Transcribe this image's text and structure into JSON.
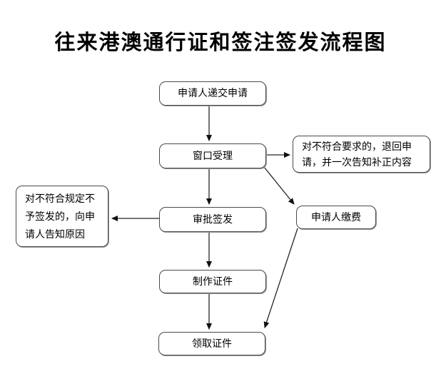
{
  "title": "往来港澳通行证和签注签发流程图",
  "nodes": {
    "submit": {
      "label": "申请人递交申请"
    },
    "window": {
      "label": "窗口受理"
    },
    "approve": {
      "label": "审批签发"
    },
    "produce": {
      "label": "制作证件"
    },
    "collect": {
      "label": "领取证件"
    },
    "return": {
      "label": "对不符合要求的，退回申\n请，并一次告知补正内容"
    },
    "pay": {
      "label": "申请人缴费"
    },
    "reject": {
      "label": "对不符合规定不\n予签发的，向申\n请人告知原因"
    }
  },
  "colors": {
    "line": "#262626",
    "border": "#4a4a4a",
    "background": "#ffffff",
    "text": "#000000"
  }
}
